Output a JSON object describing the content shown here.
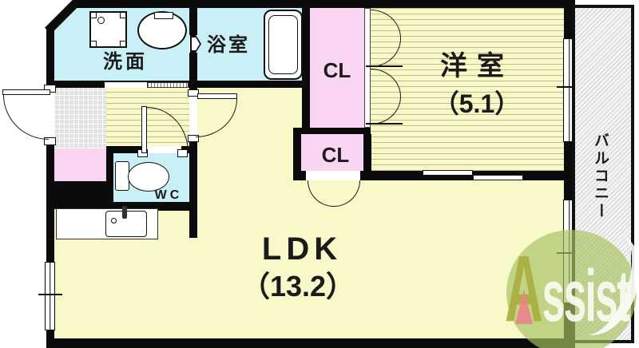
{
  "title": "apartment-floor-plan",
  "rooms": {
    "washroom": {
      "label": "洗面"
    },
    "bathroom": {
      "label": "浴室"
    },
    "toilet": {
      "label": "WC"
    },
    "closet_upper": {
      "label": "CL"
    },
    "closet_lower": {
      "label": "CL"
    },
    "western_room": {
      "label": "洋室",
      "size": "（5.1）"
    },
    "ldk": {
      "label": "LDK",
      "size": "（13.2）"
    },
    "balcony": {
      "label": "バルコニー"
    }
  },
  "logo": {
    "letter_a": "A",
    "rest": "ssist"
  },
  "colors": {
    "wall": "#0b0b0b",
    "wet_room_cyan": "#c9eff7",
    "closet_pink": "#f9d5f2",
    "flooring_yellow": "#f8f8c9",
    "entry_tile_gray": "#e2e2e2",
    "balcony_hatch_gray": "#d0d0d0",
    "logo_green": "rgba(167,194,97,0.68)",
    "logo_letter_olive": "rgba(170,174,66,0.92)",
    "logo_accent_pink": "rgba(235,130,140,0.9)"
  }
}
